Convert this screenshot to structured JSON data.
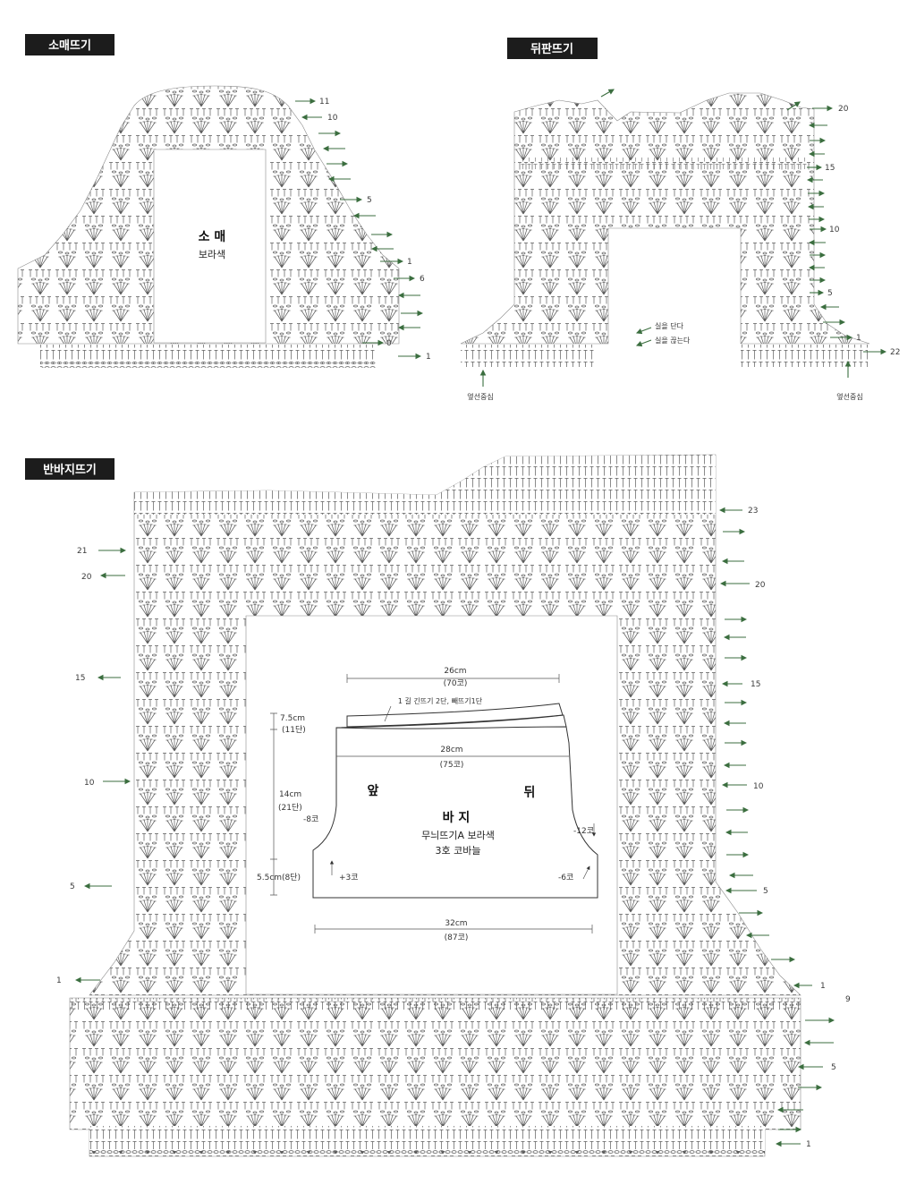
{
  "sections": {
    "sleeve": {
      "title": "소매뜨기",
      "piece_name": "소 매",
      "piece_color": "보라색",
      "row_numbers": [
        "11",
        "10",
        "5",
        "1",
        "6",
        "0",
        "1"
      ]
    },
    "back": {
      "title": "뒤판뜨기",
      "row_numbers": [
        "20",
        "15",
        "10",
        "5",
        "1",
        "22"
      ],
      "legend": {
        "join_yarn": "실을 단다",
        "cut_yarn": "실을 끊는다"
      },
      "side_center_labels": [
        "옆선중심",
        "옆선중심"
      ]
    },
    "shorts": {
      "title": "반바지뜨기",
      "left_row_numbers": [
        "21",
        "20",
        "15",
        "10",
        "5",
        "1"
      ],
      "right_row_numbers": [
        "23",
        "20",
        "15",
        "10",
        "5",
        "1",
        "9",
        "5",
        "1"
      ],
      "schematic": {
        "waist_width": "26cm",
        "waist_stitches": "(70코)",
        "waistband_note": "1 길 긴뜨기 2단, 빼뜨기1단",
        "waistband_height": "7.5cm",
        "waistband_rows": "(11단)",
        "hip_width": "28cm",
        "hip_stitches": "(75코)",
        "front": "앞",
        "back": "뒤",
        "body_height": "14cm",
        "body_rows": "(21단)",
        "front_decrease": "-8코",
        "piece_name": "바 지",
        "pattern_color": "무늬뜨기A 보라색",
        "hook": "3호 코바늘",
        "back_decrease": "-12코",
        "leg_height": "5.5cm(8단)",
        "front_increase": "+3코",
        "back_leg_decrease": "-6코",
        "hem_width": "32cm",
        "hem_stitches": "(87코)"
      }
    }
  },
  "colors": {
    "title_box": "#1c1c1c",
    "arrow": "#3b6e3f",
    "stitch": "#5a5a5a"
  }
}
